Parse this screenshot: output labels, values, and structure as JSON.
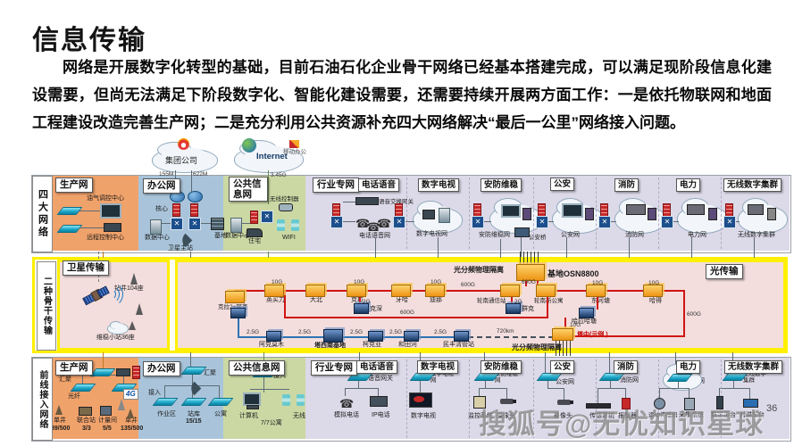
{
  "slide": {
    "title": "信息传输",
    "body": "网络是开展数字化转型的基础，目前石油石化企业骨干网络已经基本搭建完成，可以满足现阶段信息化建设需要，但尚无法满足下阶段数字化、智能化建设需要，还需要持续开展两方面工作：一是依托物联网和地面工程建设改造完善生产网；二是充分利用公共资源补充四大网络解决“最后一公里”网络接入问题。",
    "watermark": "搜狐号@无忧知识星球",
    "page_number": "36"
  },
  "clouds": {
    "group_label": "集团公司",
    "internet_label": "Internet",
    "mobile_label": "移动办公",
    "bw_155": "155M",
    "bw_622": "622M",
    "bw_345": "3.45G"
  },
  "band1": {
    "side_label": "四大网络",
    "production": {
      "title": "生产网",
      "item1": "油气调控中心",
      "item2": "远程控制中心"
    },
    "office": {
      "title": "办公网",
      "core": "核心",
      "datacenter": "数据中心",
      "base": "基地",
      "sat_master": "卫星主站"
    },
    "public": {
      "title": "公共信息网",
      "datacenter": "数据中心",
      "wlc": "无线控制器",
      "residence": "住宅",
      "wifi": "WIFI"
    },
    "industry": {
      "title": "行业专网",
      "col_phone": {
        "title": "电话语音",
        "gateway": "语音交换网关",
        "net": "电话语音网"
      },
      "col_tv": {
        "title": "数字电视",
        "net": "数字电视网"
      },
      "col_security": {
        "title": "安防维稳",
        "net": "安防维稳网",
        "bridge": "公安桥"
      },
      "col_police": {
        "title": "公安",
        "net": "公安网"
      },
      "col_fire": {
        "title": "消防",
        "net": "消防网"
      },
      "col_power": {
        "title": "电力",
        "net": "电力网"
      },
      "col_trunk": {
        "title": "无线数字集群",
        "net": "无线数字集群"
      }
    }
  },
  "band2": {
    "side_label": "二种骨干传输",
    "satellite": {
      "title": "卫星传输",
      "drills": "钻井104座",
      "stations": "维稳小站36座"
    },
    "optical": {
      "title": "光传输",
      "core": "基地OSN8800",
      "isolation": "光分频物理隔离",
      "example": "塔中(示例 )",
      "ring": {
        "n_left": "克拉2+阿克",
        "n1": "英买力",
        "n2": "大北",
        "n3": "克拉",
        "n4": "牙哈",
        "n5": "迪那",
        "n6": "轮南通信站",
        "n7": "轮南新公寓",
        "n8": "东河塘",
        "n9": "哈得"
      },
      "sub": {
        "s1": "克深",
        "s2": "群克",
        "s3": "哈拉哈塘"
      },
      "south": {
        "m1": "阿克莫木",
        "m2": "塔西南基地",
        "m3": "柯克亚",
        "m4": "和田河",
        "m5": "民丰清管站"
      },
      "bw": {
        "g10": "10G",
        "g600": "600G",
        "g25": "2.5G",
        "g2": "2G",
        "dist": "720km"
      }
    }
  },
  "band3": {
    "side_label": "前线接入网络",
    "production": {
      "title": "生产网",
      "agg": "汇聚",
      "fiber": "光纤",
      "g4": "4G",
      "c1": "单井",
      "c1v": "89/500",
      "c2": "联合站",
      "c2v": "3/3",
      "c3": "计量间",
      "c3v": "5/5",
      "c4": "单井",
      "c4v": "135/500"
    },
    "office": {
      "title": "办公网",
      "agg": "汇聚",
      "access": "接入",
      "b1": "作业区",
      "b2": "站库",
      "b2v": "15/15",
      "b3": "公寓"
    },
    "public": {
      "title": "公共信息网",
      "access": "接入",
      "pc": "计算机",
      "apt": "7/7公寓",
      "wireless": "无线"
    },
    "industry": {
      "col_phone": {
        "gw": "语音网关",
        "i1": "模拟电话",
        "i2": "IP电话"
      },
      "col_tv": {
        "net": "数字电视网",
        "i1": "数字电视"
      },
      "col_security": {
        "net": "安防维稳网",
        "i1": "监控系统",
        "i2": "摄像头"
      },
      "col_police": {
        "net": "公安网",
        "i1": "摄像头"
      },
      "col_fire": {
        "net": "消防网",
        "i1": "传感系统",
        "i2": "报警器"
      },
      "col_power": {
        "net": "电力网",
        "i1": "运动传感器",
        "i2": "采集系统"
      },
      "col_trunk": {
        "net": "无线数字集群",
        "i1": "数字手台",
        "i2": "对讲车台"
      }
    }
  },
  "colors": {
    "band_orange": "#f0a26b",
    "band_blue": "#a9c4da",
    "band_green": "#cbd8a4",
    "band_lavender": "#dcd9e8",
    "band_pink": "#f3dedd",
    "frame_yellow": "#ffef00",
    "line_red": "#d01414",
    "line_blue": "#2e74b5"
  }
}
